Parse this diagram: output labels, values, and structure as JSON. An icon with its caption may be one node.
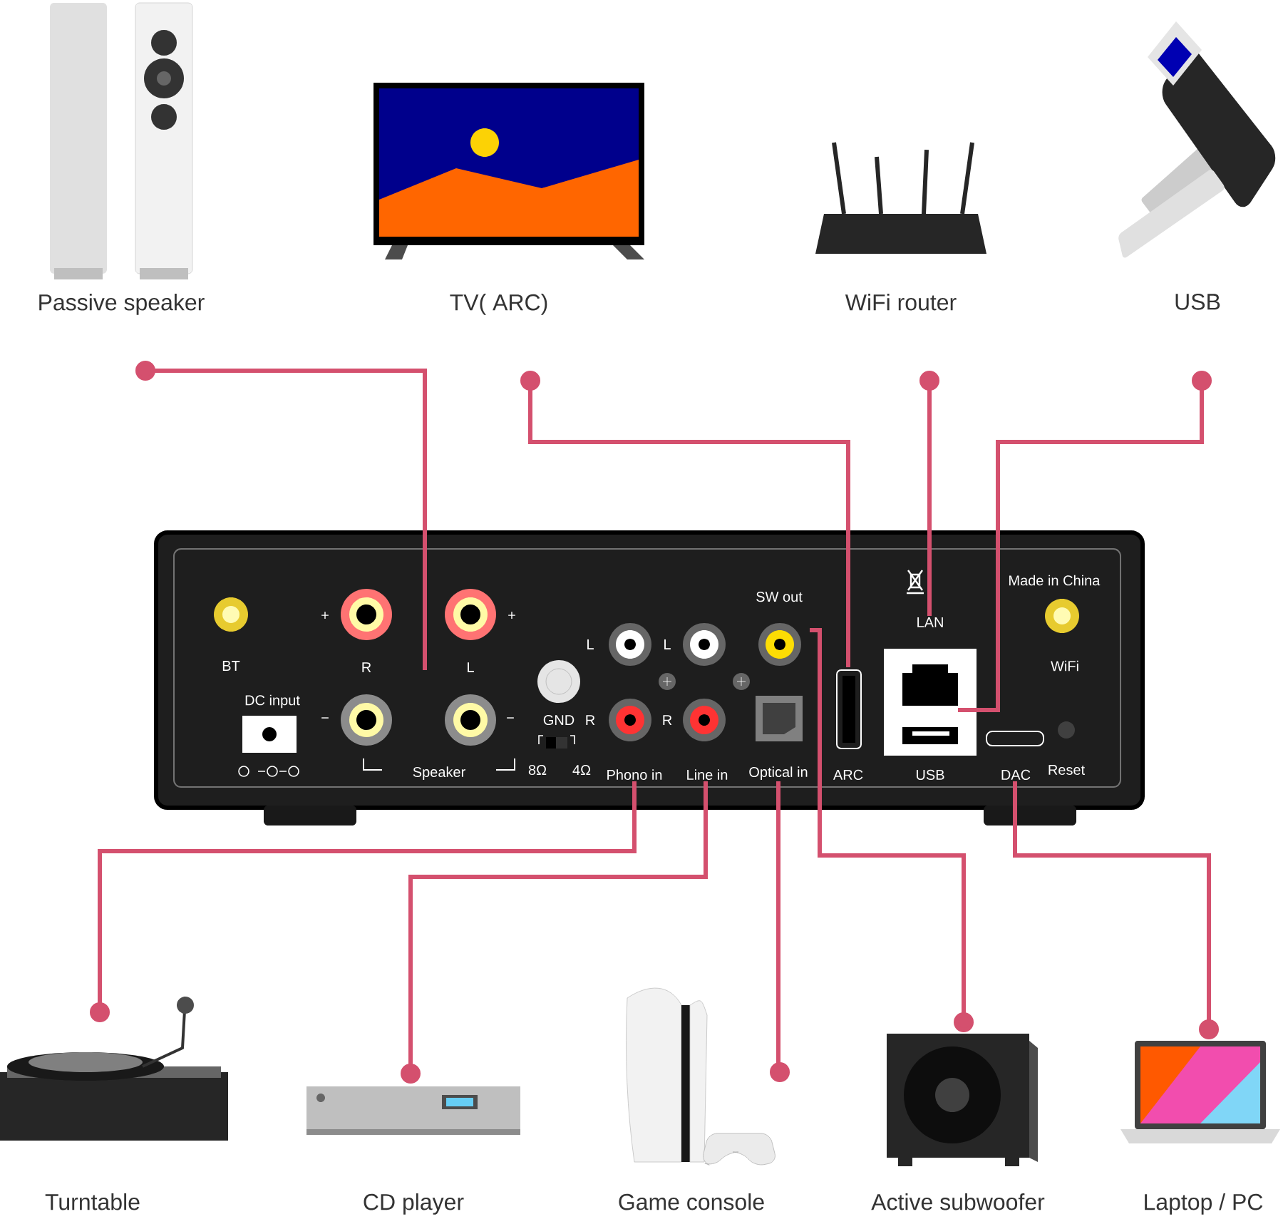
{
  "diagram": {
    "nodes": [
      {
        "text": [
          "Passive speaker"
        ]
      },
      {
        "text": [
          "TV( ARC)"
        ]
      },
      {
        "text": [
          "WiFi router"
        ]
      },
      {
        "text": [
          "USB"
        ]
      },
      {
        "text": [
          "Turntable"
        ]
      },
      {
        "text": [
          "CD player"
        ]
      },
      {
        "text": [
          "Game console"
        ]
      },
      {
        "text": [
          "Active subwoofer"
        ]
      },
      {
        "text": [
          "Laptop / PC"
        ]
      },
      {
        "text": [],
        "shape": "box"
      },
      {
        "text": [
          "Speaker"
        ],
        "in": 9
      },
      {
        "text": [
          "ARC"
        ],
        "in": 9
      },
      {
        "text": [
          "LAN"
        ],
        "in": 9
      },
      {
        "text": [
          "USB"
        ],
        "in": 9
      },
      {
        "text": [
          "Phono in"
        ],
        "in": 9
      },
      {
        "text": [
          "Line in"
        ],
        "in": 9
      },
      {
        "text": [
          "Optical in"
        ],
        "in": 9
      },
      {
        "text": [
          "SW out"
        ],
        "in": 9
      },
      {
        "text": [
          "DAC"
        ],
        "in": 9
      }
    ],
    "edges": [
      {
        "from": 0,
        "to": 10,
        "arrow": "other"
      },
      {
        "from": 1,
        "to": 11,
        "arrow": "other"
      },
      {
        "from": 2,
        "to": 12,
        "arrow": "other"
      },
      {
        "from": 3,
        "to": 13,
        "arrow": "other"
      },
      {
        "from": 4,
        "to": 14,
        "arrow": "other"
      },
      {
        "from": 5,
        "to": 15,
        "arrow": "other"
      },
      {
        "from": 6,
        "to": 16,
        "arrow": "other"
      },
      {
        "from": 7,
        "to": 17,
        "arrow": "other"
      },
      {
        "from": 8,
        "to": 18,
        "arrow": "other"
      }
    ],
    "labels": [
      "Made in China",
      "BT",
      "+",
      "R",
      "L",
      "+",
      "L",
      "L",
      "WiFi",
      "DC input",
      "−",
      "−",
      "GND",
      "R",
      "R",
      "8Ω",
      "4Ω",
      "Reset"
    ]
  }
}
